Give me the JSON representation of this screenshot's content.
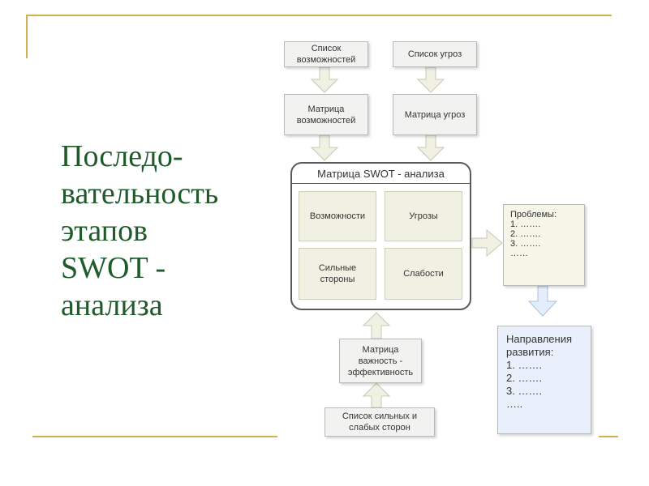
{
  "slide": {
    "title_lines": [
      "Последо-",
      "вательность",
      "этапов",
      "SWOT -",
      "анализа"
    ]
  },
  "diagram": {
    "opportunities_list": "Список\nвозможностей",
    "threats_list": "Список угроз",
    "opportunities_matrix": "Матрица\nвозможностей",
    "threats_matrix": "Матрица угроз",
    "swot_matrix": {
      "title": "Матрица SWOT - анализа",
      "opportunities": "Возможности",
      "threats": "Угрозы",
      "strengths": "Сильные\nстороны",
      "weaknesses": "Слабости"
    },
    "problems": {
      "title": "Проблемы:",
      "items": [
        "1. …….",
        "2. …….",
        "3. …….",
        "……"
      ]
    },
    "importance_matrix": "Матрица\nважность -\nэффективность",
    "strengths_weaknesses_list": "Список сильных и\nслабых сторон",
    "directions": {
      "title_lines": [
        "Направления",
        "развития:"
      ],
      "items": [
        "1. …….",
        "2. …….",
        "3. …….",
        "….."
      ]
    }
  },
  "colors": {
    "title": "#1f5a2a",
    "rule": "#d2b24f",
    "arrow_fill": "#f1f1e3",
    "arrow_stroke": "#c8c8b8",
    "arrow_blue_fill": "#e4eefb",
    "arrow_blue_stroke": "#a9c0dc"
  }
}
